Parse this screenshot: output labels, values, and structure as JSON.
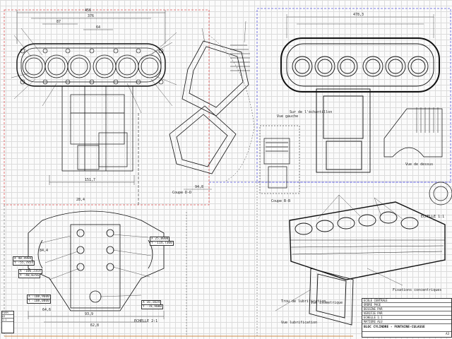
{
  "views": {
    "section_d": "Coupe D-D",
    "section_b": "Coupe B-B",
    "scale_a": "ECHELLE  1:1",
    "scale_b": "ECHELLE  2:1",
    "view_a": "Vue de dessus",
    "view_b": "Vue gauche",
    "view_c": "Vue isometrique"
  },
  "dims": {
    "d1": "456",
    "d2": "376",
    "d3": "87",
    "d4": "64",
    "d5": "478,3",
    "d6": "151,7",
    "d7": "93,9",
    "d8": "62,8",
    "d9": "84,4",
    "d10": "64,6",
    "d11": "28,4",
    "d12": "94,8"
  },
  "notes": {
    "n1": "Trou de lubrification",
    "n2": "Vue lubrification",
    "n3": "Fixations concentriques",
    "n4": "Sur de l'échantillon"
  },
  "coords": [
    "X 40,4984",
    "Y -55,7854",
    "X -106,2314",
    "Y -40,0256",
    "X -108,9600",
    "Y -108,0000",
    "X 25,0000",
    "Y -114,7300",
    "X 16,1024",
    "Y -78,9000"
  ],
  "title_block": {
    "r1": "ECOLE CENTRALE",
    "r2": "ORDRE   PAGE",
    "r3": "DESSINE PAR",
    "r4": "VERIFIE PAR",
    "r5": "ECHELLE 1:1",
    "r6": "MATIERE ALU",
    "title": "BLOC CYLINDRE - FONTAINE-CULASSE",
    "ref": "A3"
  },
  "corner": [
    "FORM",
    "A3",
    "1:1"
  ]
}
